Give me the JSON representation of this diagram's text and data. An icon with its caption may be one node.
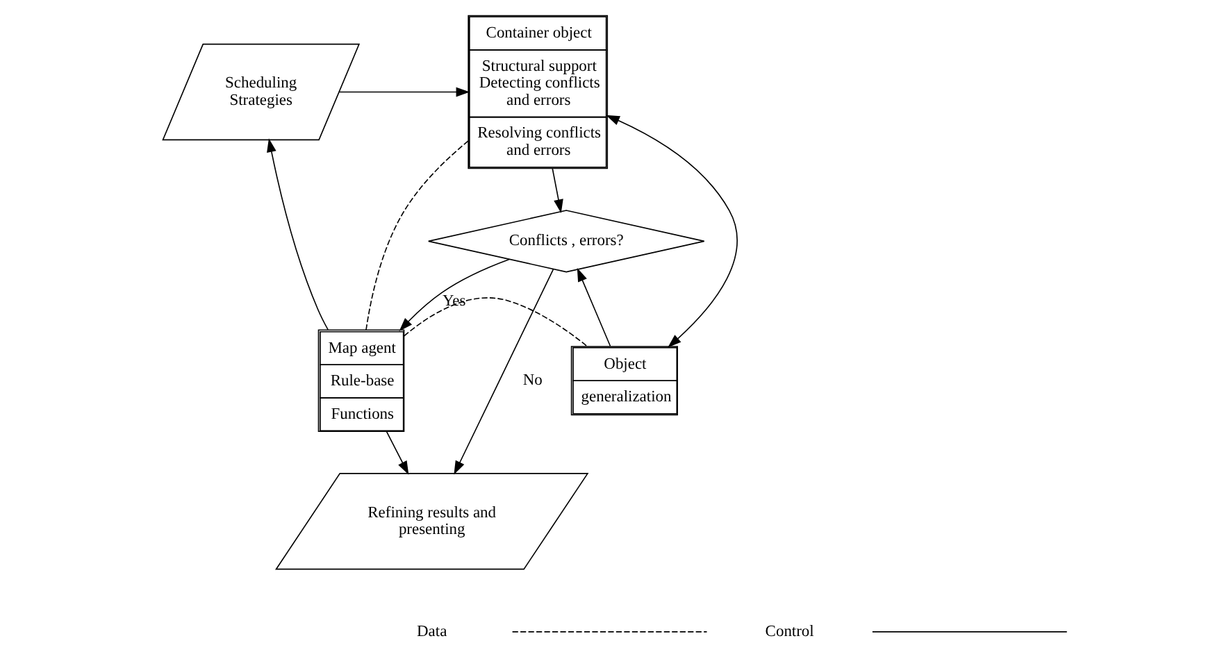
{
  "diagram": {
    "nodes": [
      {
        "text": [
          "Scheduling Strategies"
        ]
      },
      {
        "text": [
          "Container object",
          "Structural support Detecting conflicts and errors",
          "Resolving conflicts and errors"
        ]
      },
      {
        "text": [
          "Object",
          "generalization"
        ]
      },
      {
        "text": [
          "Map agent",
          "Rule-base",
          "Functions"
        ]
      },
      {
        "text": [
          "Conflicts , errors?"
        ]
      },
      {
        "text": [
          "Refining results and presenting"
        ]
      }
    ],
    "edges": [
      {
        "from": 3,
        "to": 0,
        "arrow": "to"
      },
      {
        "from": 0,
        "to": 1,
        "arrow": "to"
      },
      {
        "from": 3,
        "to": 2,
        "arrow": "none",
        "style": "dashed"
      },
      {
        "from": 3,
        "to": 1,
        "arrow": "none",
        "style": "dashed"
      },
      {
        "from": 2,
        "to": 1,
        "arrow": "both"
      },
      {
        "from": 2,
        "to": 4,
        "arrow": "to"
      },
      {
        "from": 1,
        "to": 4,
        "arrow": "to"
      },
      {
        "from": 4,
        "to": 3,
        "arrow": "to",
        "label": "Yes"
      },
      {
        "from": 4,
        "to": 5,
        "arrow": "to",
        "label": "No"
      },
      {
        "from": 3,
        "to": 5,
        "arrow": "to"
      }
    ],
    "legend": [
      {
        "text": "Data"
      },
      {
        "text": "Control"
      }
    ]
  }
}
